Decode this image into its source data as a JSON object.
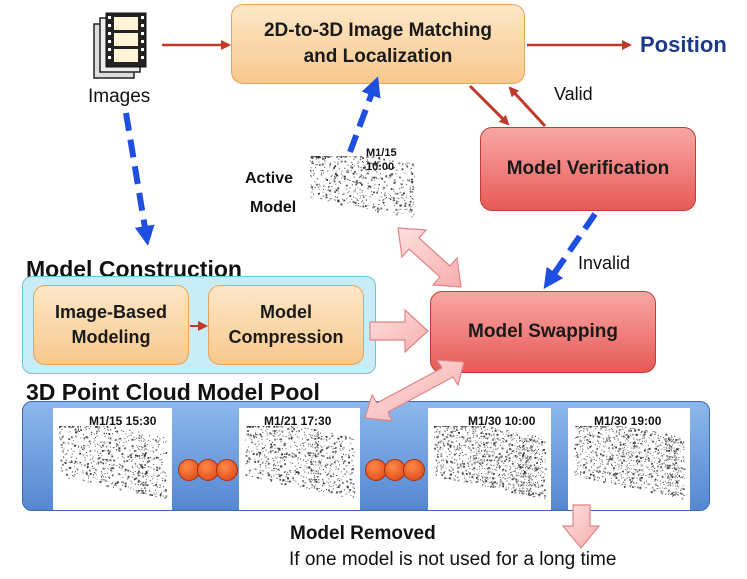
{
  "images": {
    "label": "Images"
  },
  "matching": {
    "line1": "2D-to-3D Image Matching",
    "line2": "and Localization"
  },
  "position": {
    "label": "Position"
  },
  "valid": {
    "label": "Valid"
  },
  "invalid": {
    "label": "Invalid"
  },
  "verification": {
    "label": "Model Verification"
  },
  "active_model": {
    "line1": "Active",
    "line2": "Model",
    "stamp1": "M1/15",
    "stamp2": "10:00"
  },
  "construction": {
    "title": "Model Construction",
    "ibm_line1": "Image-Based",
    "ibm_line2": "Modeling",
    "comp_line1": "Model",
    "comp_line2": "Compression"
  },
  "swapping": {
    "label": "Model Swapping"
  },
  "pool": {
    "title": "3D Point Cloud Model Pool",
    "models": [
      "M1/15 15:30",
      "M1/21 17:30",
      "M1/30 10:00",
      "M1/30 19:00"
    ]
  },
  "removed": {
    "title": "Model Removed",
    "note": "If one model is not used for a long time"
  },
  "colors": {
    "arrow_red": "#c0392b",
    "arrow_blue": "#1f4fe0",
    "position_text": "#1c3a8a",
    "pool_blue": "#5d93d8",
    "construction_bg": "#c9edf6"
  }
}
